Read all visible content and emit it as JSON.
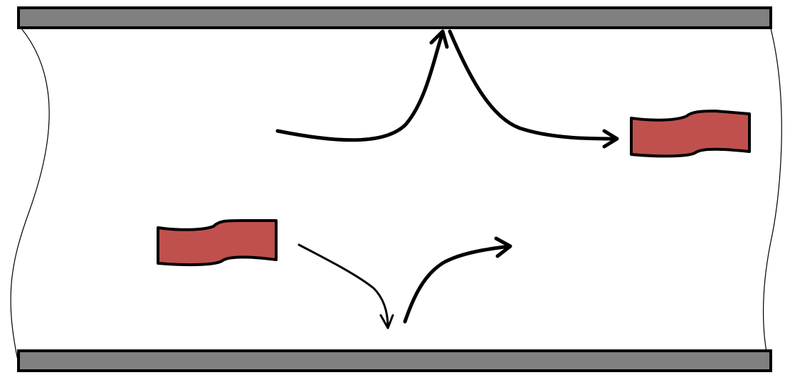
{
  "diagram": {
    "colors": {
      "wall_fill": "#808080",
      "particle_fill": "#C0504D",
      "stroke": "#000000",
      "background": "#FFFFFF"
    },
    "elements": [
      {
        "name": "top-wall",
        "kind": "plate"
      },
      {
        "name": "bottom-wall",
        "kind": "plate"
      },
      {
        "name": "left-break-line",
        "kind": "wavy-cut-line"
      },
      {
        "name": "right-break-line",
        "kind": "wavy-cut-line"
      },
      {
        "name": "lower-left-particle",
        "kind": "particle"
      },
      {
        "name": "upper-right-particle",
        "kind": "particle"
      },
      {
        "name": "rising-path-arrow",
        "kind": "arrow"
      },
      {
        "name": "rebound-path-arrow",
        "kind": "arrow"
      },
      {
        "name": "descending-path-arrow",
        "kind": "arrow"
      },
      {
        "name": "ascending-path-arrow",
        "kind": "arrow"
      }
    ]
  }
}
